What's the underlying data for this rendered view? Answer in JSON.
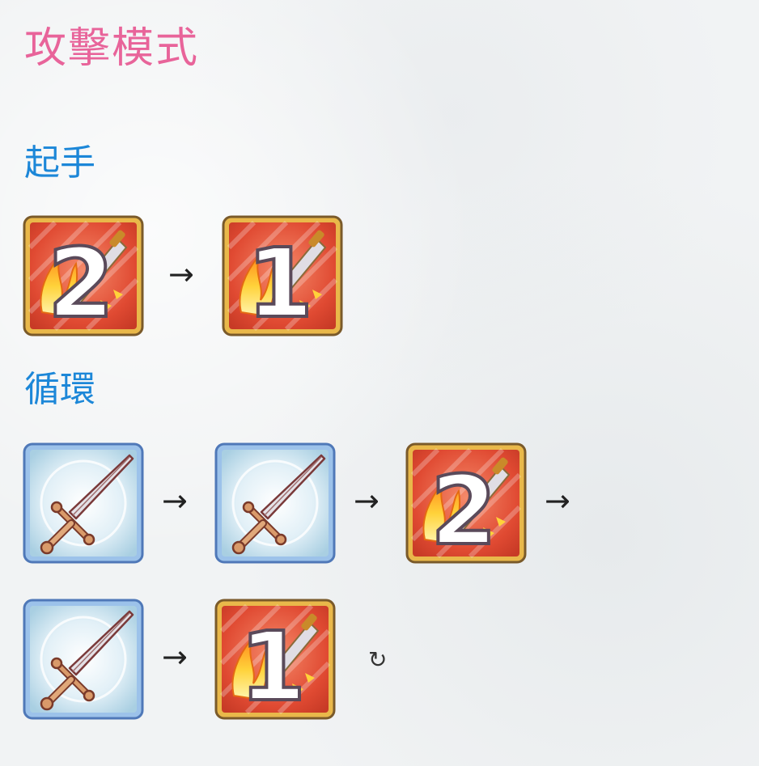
{
  "title": "攻擊模式",
  "sections": {
    "opening": {
      "label": "起手"
    },
    "cycle": {
      "label": "循環"
    }
  },
  "symbols": {
    "arrow": "→",
    "loop": "↻"
  },
  "skills": {
    "skill2": {
      "number": "2",
      "icon": "fire-sword-skill-icon"
    },
    "skill1": {
      "number": "1",
      "icon": "fire-sword-skill-icon"
    },
    "attack": {
      "icon": "sword-normal-attack-icon"
    }
  },
  "colors": {
    "title": "#e8649a",
    "section": "#1c87d8",
    "skill_frame": "#e9b84a",
    "skill_bg": "#e25a3a",
    "attack_frame": "#6f9fd8",
    "attack_bg": "#cfe6f2"
  }
}
